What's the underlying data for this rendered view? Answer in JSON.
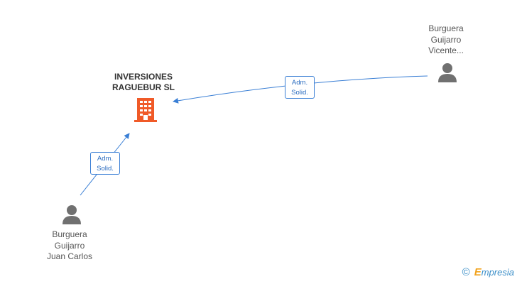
{
  "company": {
    "name_line1": "INVERSIONES",
    "name_line2": "RAGUEBUR SL",
    "icon": "building-icon",
    "color": "#f05a28"
  },
  "persons": [
    {
      "line1": "Burguera",
      "line2": "Guijarro",
      "line3": "Vicente...",
      "icon": "person-icon"
    },
    {
      "line1": "Burguera",
      "line2": "Guijarro",
      "line3": "Juan Carlos",
      "icon": "person-icon"
    }
  ],
  "edges": [
    {
      "from": "Burguera Guijarro Vicente...",
      "to": "INVERSIONES RAGUEBUR SL",
      "label_line1": "Adm.",
      "label_line2": "Solid."
    },
    {
      "from": "Burguera Guijarro Juan Carlos",
      "to": "INVERSIONES RAGUEBUR SL",
      "label_line1": "Adm.",
      "label_line2": "Solid."
    }
  ],
  "brand": {
    "copyright": "©",
    "initial": "E",
    "rest": "mpresia"
  },
  "colors": {
    "edge": "#3a7fd5",
    "person": "#707070",
    "company": "#f05a28"
  }
}
